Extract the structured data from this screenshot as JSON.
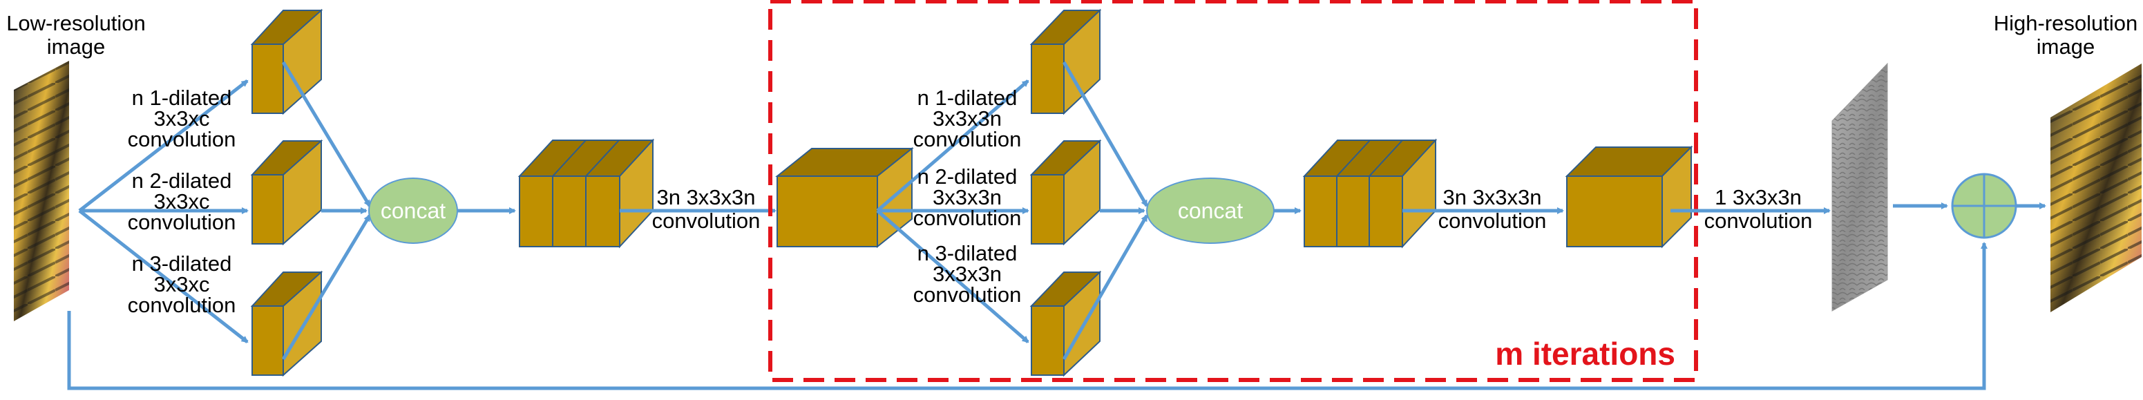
{
  "labels": {
    "low_res_line1": "Low-resolution",
    "low_res_line2": "image",
    "high_res_line1": "High-resolution",
    "high_res_line2": "image",
    "d1a": "n 1-dilated",
    "d1b": "3x3xc",
    "d1c": "convolution",
    "d2a": "n 2-dilated",
    "d2b": "3x3xc",
    "d2c": "convolution",
    "d3a": "n 3-dilated",
    "d3b": "3x3xc",
    "d3c": "convolution",
    "concat1": "concat",
    "conv1a": "3n 3x3x3n",
    "conv1b": "convolution",
    "e1a": "n 1-dilated",
    "e1b": "3x3x3n",
    "e1c": "convolution",
    "e2a": "n 2-dilated",
    "e2b": "3x3x3n",
    "e2c": "convolution",
    "e3a": "n 3-dilated",
    "e3b": "3x3x3n",
    "e3c": "convolution",
    "concat2": "concat",
    "conv2a": "3n 3x3x3n",
    "conv2b": "convolution",
    "conv3a": "1 3x3x3n",
    "conv3b": "convolution",
    "iterations": "m iterations"
  },
  "colors": {
    "arrow": "#5b9bd5",
    "cube": "#bf9000",
    "concat": "#a9d18e",
    "dashed_box": "#e3141b",
    "plus_node": "#a9d18e"
  }
}
